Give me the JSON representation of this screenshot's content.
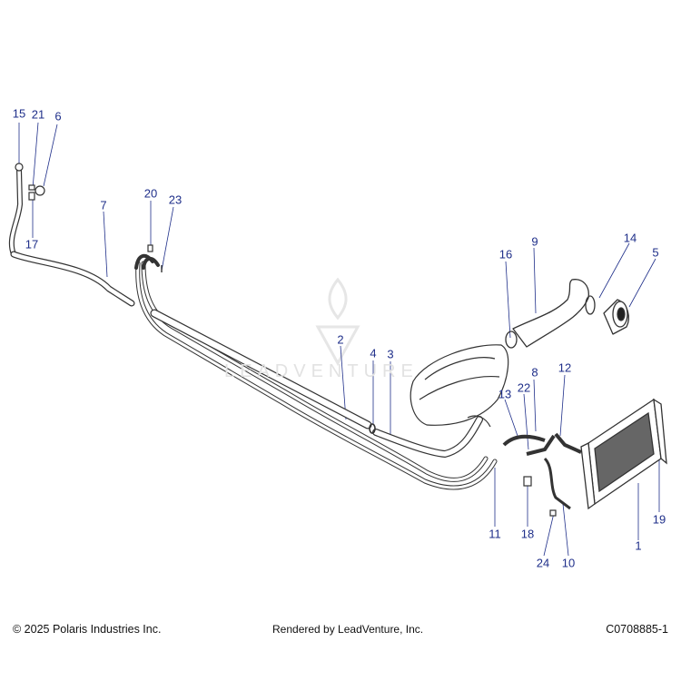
{
  "watermark": "LEADVENTURE",
  "callouts": [
    {
      "label": "15"
    },
    {
      "label": "21"
    },
    {
      "label": "6"
    },
    {
      "label": "17"
    },
    {
      "label": "7"
    },
    {
      "label": "20"
    },
    {
      "label": "23"
    },
    {
      "label": "16"
    },
    {
      "label": "9"
    },
    {
      "label": "14"
    },
    {
      "label": "5"
    },
    {
      "label": "2"
    },
    {
      "label": "4"
    },
    {
      "label": "3"
    },
    {
      "label": "8"
    },
    {
      "label": "12"
    },
    {
      "label": "13"
    },
    {
      "label": "22"
    },
    {
      "label": "11"
    },
    {
      "label": "18"
    },
    {
      "label": "24"
    },
    {
      "label": "10"
    },
    {
      "label": "19"
    },
    {
      "label": "1"
    }
  ],
  "footer": {
    "copyright": "© 2025 Polaris Industries Inc.",
    "rendered": "Rendered by LeadVenture, Inc.",
    "figure_id": "C0708885-1"
  },
  "colors": {
    "callout_text": "#1f2f8a",
    "leader_line": "#1f2f8a",
    "part_stroke": "#333333",
    "watermark": "#e2e2e2"
  }
}
